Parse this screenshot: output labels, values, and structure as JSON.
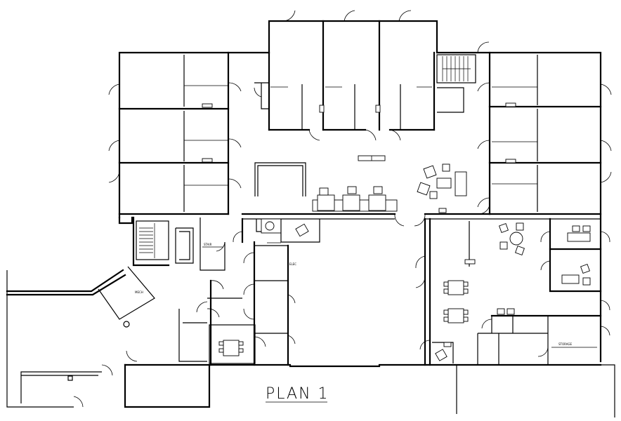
{
  "drawing": {
    "title": "PLAN 1",
    "room_labels": [
      "STAIR",
      "MECH",
      "ELEC",
      "STORAGE"
    ]
  }
}
